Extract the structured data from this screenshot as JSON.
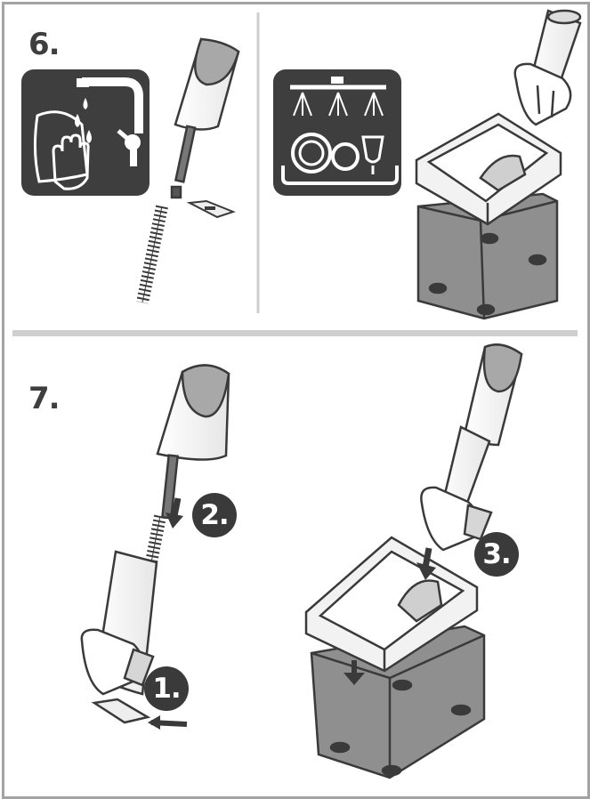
{
  "steps": [
    {
      "number": "6."
    },
    {
      "number": "7."
    }
  ],
  "sub_steps": [
    "1.",
    "2.",
    "3."
  ],
  "icons": [
    "hand-wash-icon",
    "dishwasher-icon"
  ],
  "colors": {
    "frame": "#a3a3a3",
    "divider": "#cfcfcf",
    "icon_bg": "#3e3e3e",
    "badge_bg": "#3a3a3a",
    "container_fill": "#8f8f8f",
    "outline": "#3a3a3a"
  }
}
